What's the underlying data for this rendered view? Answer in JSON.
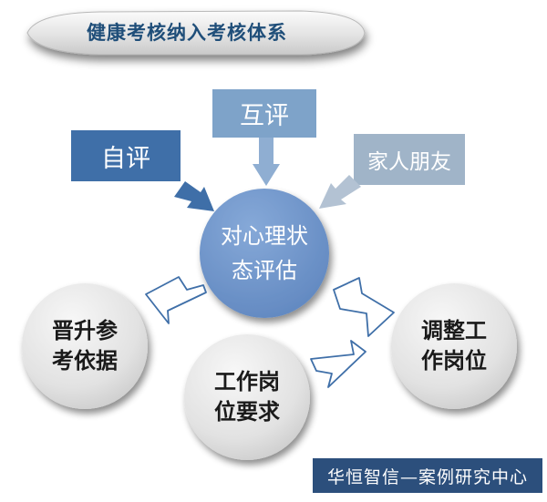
{
  "title": "健康考核纳入考核体系",
  "evaluators": {
    "self": "自评",
    "peer": "互评",
    "family": "家人朋友"
  },
  "center": {
    "line1": "对心理状",
    "line2": "态评估"
  },
  "outcomes": {
    "promotion": {
      "line1": "晋升参",
      "line2": "考依据"
    },
    "adjustment": {
      "line1": "调整工",
      "line2": "作岗位"
    },
    "requirement": {
      "line1": "工作岗",
      "line2": "位要求"
    }
  },
  "watermark": "华恒智信—案例研究中心",
  "colors": {
    "self_box": "#3f6fa8",
    "peer_box": "#7ea3c9",
    "family_box": "#a0b4c8",
    "center_circle": "#6f96cc",
    "outcome_circle": "#e4e4e4",
    "watermark_bg": "#2c4f7c"
  }
}
